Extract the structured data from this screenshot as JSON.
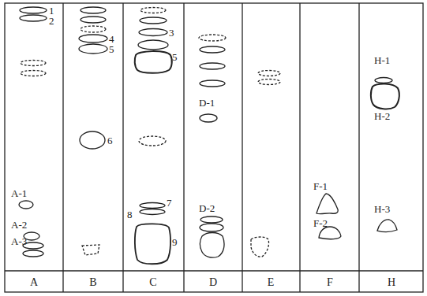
{
  "diagram": {
    "labels": [
      "1",
      "2",
      "A-1",
      "A-2",
      "A-3",
      "4",
      "5",
      "6",
      "3",
      "5",
      "8",
      "7",
      "9",
      "D-1",
      "D-2",
      "F-1",
      "F-2",
      "H-1",
      "H-2",
      "H-3",
      "A",
      "B",
      "C",
      "D",
      "E",
      "F",
      "H"
    ]
  }
}
